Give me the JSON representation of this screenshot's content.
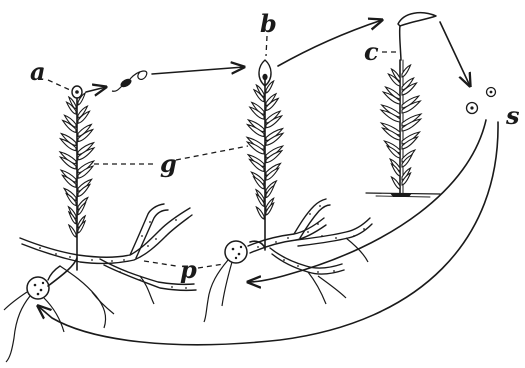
{
  "labels": {
    "a": "a",
    "b": "b",
    "c": "c",
    "g": "g",
    "p": "p",
    "s": "s"
  },
  "colors": {
    "ink": "#1a1a1a",
    "paper": "#ffffff"
  }
}
